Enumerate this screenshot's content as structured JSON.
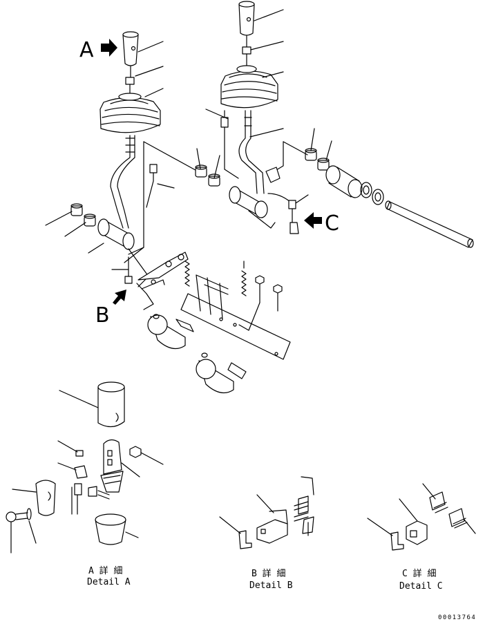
{
  "callouts": {
    "a": "A",
    "b": "B",
    "c": "C"
  },
  "details": {
    "a": {
      "jp": "A 詳 細",
      "en": "Detail A"
    },
    "b": {
      "jp": "B 詳 細",
      "en": "Detail B"
    },
    "c": {
      "jp": "C 詳 細",
      "en": "Detail C"
    }
  },
  "drawing_number": "00013764"
}
